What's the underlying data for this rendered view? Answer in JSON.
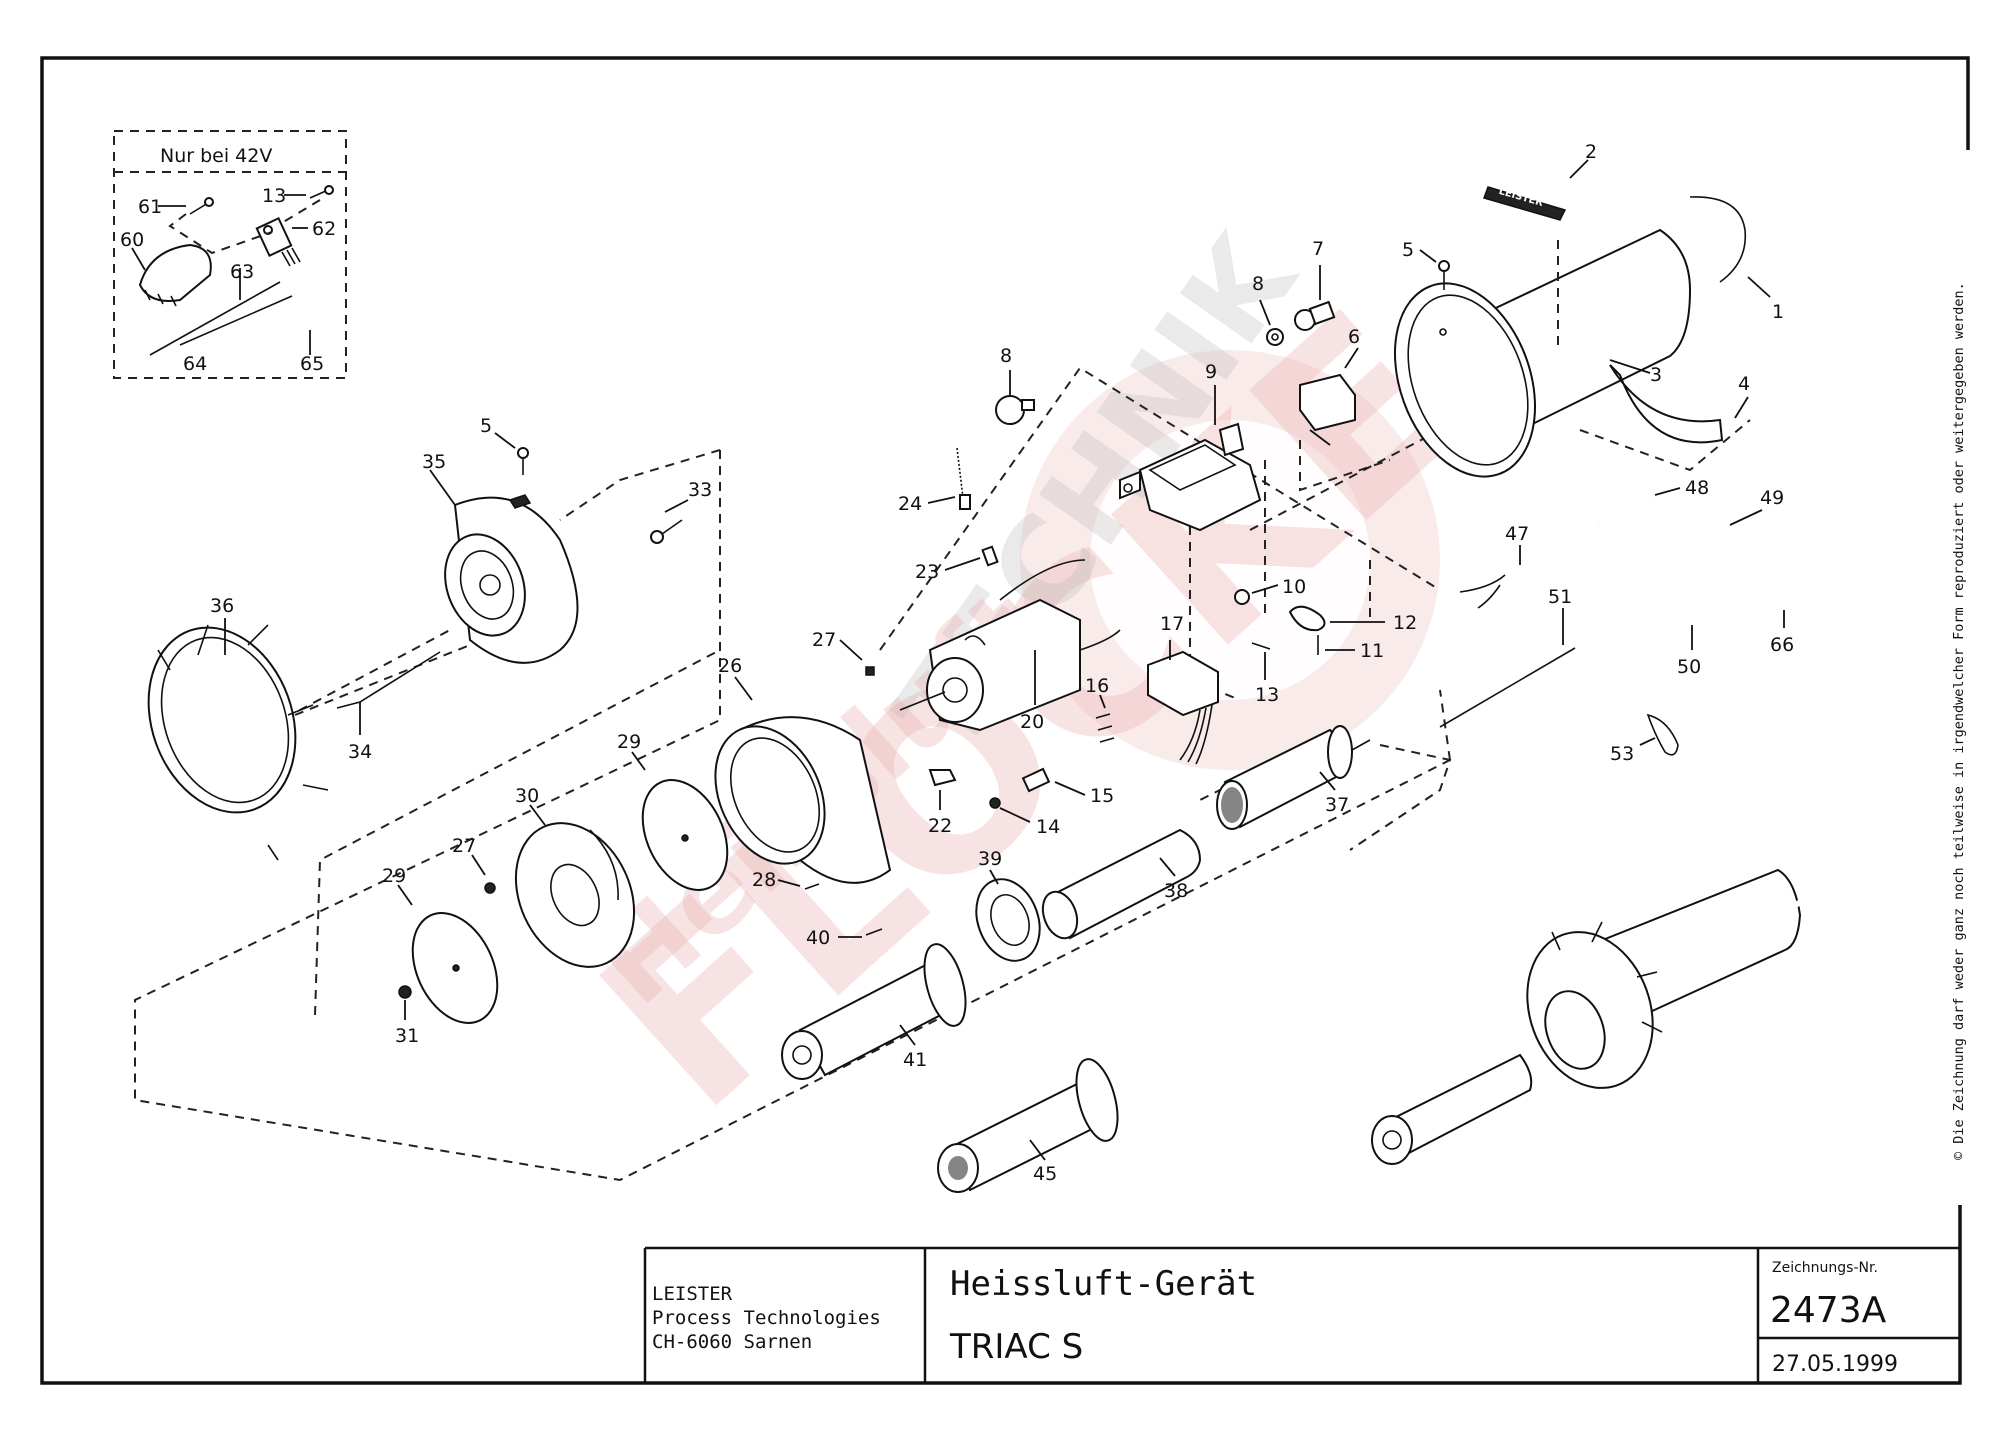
{
  "drawing": {
    "kind": "Exploded parts diagram",
    "inset_box": {
      "title": "Nur bei 42V",
      "labels": [
        "61",
        "13",
        "60",
        "62",
        "63",
        "64",
        "65"
      ]
    },
    "part_labels": {
      "p1": "1",
      "p2": "2",
      "p3": "3",
      "p4": "4",
      "p5a": "5",
      "p5b": "5",
      "p6": "6",
      "p7": "7",
      "p8a": "8",
      "p8b": "8",
      "p9": "9",
      "p10": "10",
      "p11": "11",
      "p12": "12",
      "p13": "13",
      "p14": "14",
      "p15": "15",
      "p16": "16",
      "p17": "17",
      "p20": "20",
      "p22": "22",
      "p23": "23",
      "p24": "24",
      "p26": "26",
      "p27a": "27",
      "p27b": "27",
      "p28": "28",
      "p29a": "29",
      "p29b": "29",
      "p30": "30",
      "p31": "31",
      "p33": "33",
      "p34": "34",
      "p35": "35",
      "p36": "36",
      "p37": "37",
      "p38": "38",
      "p39": "39",
      "p40": "40",
      "p41": "41",
      "p45": "45",
      "p47": "47",
      "p48": "48",
      "p49": "49",
      "p50": "50",
      "p51": "51",
      "p53": "53",
      "p66": "66"
    },
    "nameplate_text": "LEISTER",
    "watermark": {
      "primary": "FLOCKE",
      "secondary": "TECHNIK",
      "tertiary": "Heissluft"
    },
    "copyright_notice": "© Die Zeichnung darf weder ganz noch teilweise in irgendwelcher Form reproduziert oder weitergegeben werden."
  },
  "title_block": {
    "company_line1": "LEISTER",
    "company_line2": "Process Technologies",
    "company_line3": "CH-6060 Sarnen",
    "title_de": "Heissluft-Gerät",
    "model": "TRIAC S",
    "drawing_no_label": "Zeichnungs-Nr.",
    "drawing_no": "2473A",
    "date": "27.05.1999"
  },
  "colors": {
    "ink": "#111111",
    "watermark_red": "#e9b0b0",
    "background": "#ffffff"
  }
}
